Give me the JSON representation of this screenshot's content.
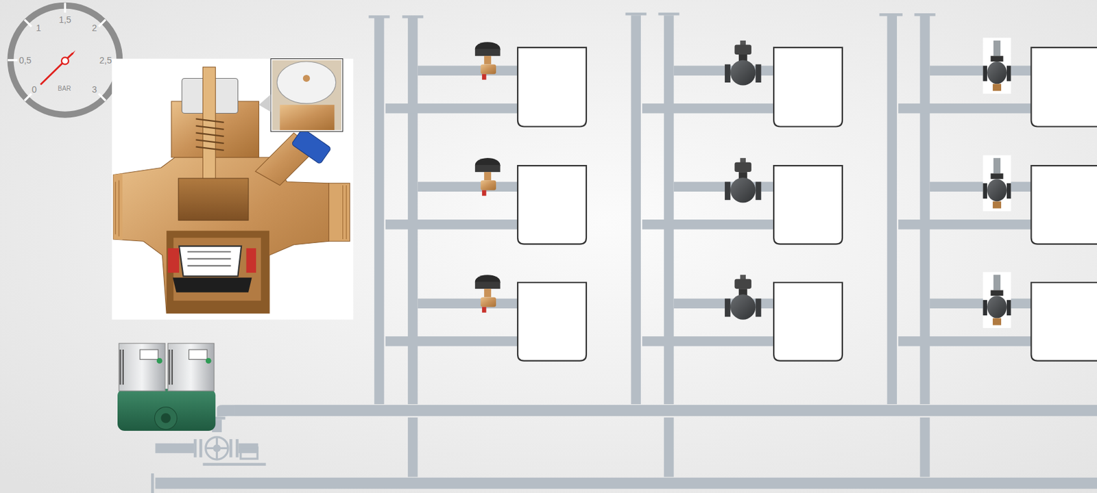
{
  "diagram": {
    "labels": [
      "1,5",
      "1",
      "2",
      "0,5",
      "2,5",
      "0",
      "3",
      "BAR"
    ]
  }
}
